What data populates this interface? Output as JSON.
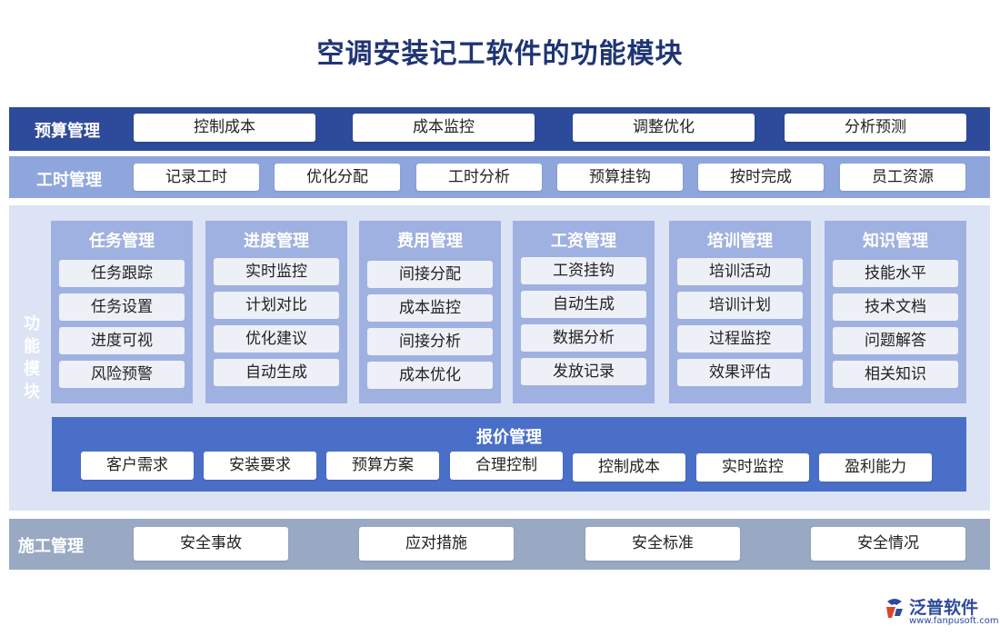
{
  "title": "空调安装记工软件的功能模块",
  "budget": {
    "label": "预算管理",
    "items": [
      "控制成本",
      "成本监控",
      "调整优化",
      "分析预测"
    ]
  },
  "worktime": {
    "label": "工时管理",
    "items": [
      "记录工时",
      "优化分配",
      "工时分析",
      "预算挂钩",
      "按时完成",
      "员工资源"
    ]
  },
  "functional": {
    "label": "功能模块",
    "modules": [
      {
        "title": "任务管理",
        "items": [
          "任务跟踪",
          "任务设置",
          "进度可视",
          "风险预警"
        ]
      },
      {
        "title": "进度管理",
        "items": [
          "实时监控",
          "计划对比",
          "优化建议",
          "自动生成"
        ]
      },
      {
        "title": "费用管理",
        "items": [
          "间接分配",
          "成本监控",
          "间接分析",
          "成本优化"
        ]
      },
      {
        "title": "工资管理",
        "items": [
          "工资挂钩",
          "自动生成",
          "数据分析",
          "发放记录"
        ]
      },
      {
        "title": "培训管理",
        "items": [
          "培训活动",
          "培训计划",
          "过程监控",
          "效果评估"
        ]
      },
      {
        "title": "知识管理",
        "items": [
          "技能水平",
          "技术文档",
          "问题解答",
          "相关知识"
        ]
      }
    ],
    "quote": {
      "title": "报价管理",
      "items": [
        "客户需求",
        "安装要求",
        "预算方案",
        "合理控制",
        "控制成本",
        "实时监控",
        "盈利能力"
      ]
    }
  },
  "construction": {
    "label": "施工管理",
    "items": [
      "安全事故",
      "应对措施",
      "安全标准",
      "安全情况"
    ]
  },
  "logo": {
    "name": "泛普软件",
    "url": "www.fanpusoft.com"
  },
  "colors": {
    "dark_blue": "#2e4a9a",
    "light_blue": "#8ea6dc",
    "module_bg": "#9fb1e0",
    "quote_bg": "#4a6fc9",
    "construction_bg": "#9aa9c3"
  }
}
